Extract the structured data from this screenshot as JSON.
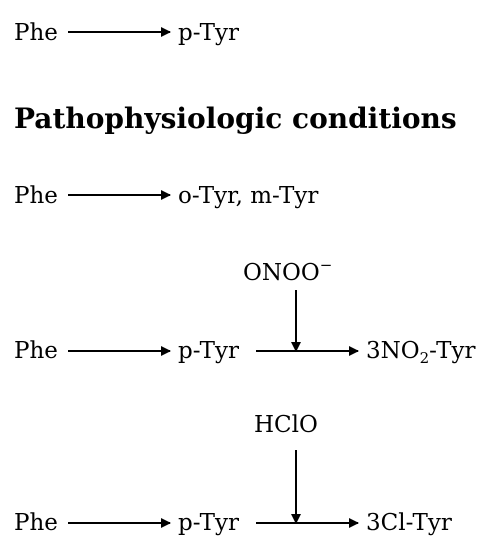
{
  "normal_pathway": {
    "start": "Phe",
    "product": "p-Tyr"
  },
  "heading": "Pathophysiologic conditions",
  "oxidation_pathway": {
    "start": "Phe",
    "products": "o-Tyr, m-Tyr"
  },
  "nitration_pathway": {
    "oxidant": "ONOO",
    "oxidant_charge": "−",
    "start": "Phe",
    "intermediate": "p-Tyr",
    "product_prefix": "3NO",
    "product_subscript": "2",
    "product_suffix": "-Tyr"
  },
  "chlorination_pathway": {
    "oxidant": "HClO",
    "start": "Phe",
    "intermediate": "p-Tyr",
    "product": "3Cl-Tyr"
  }
}
